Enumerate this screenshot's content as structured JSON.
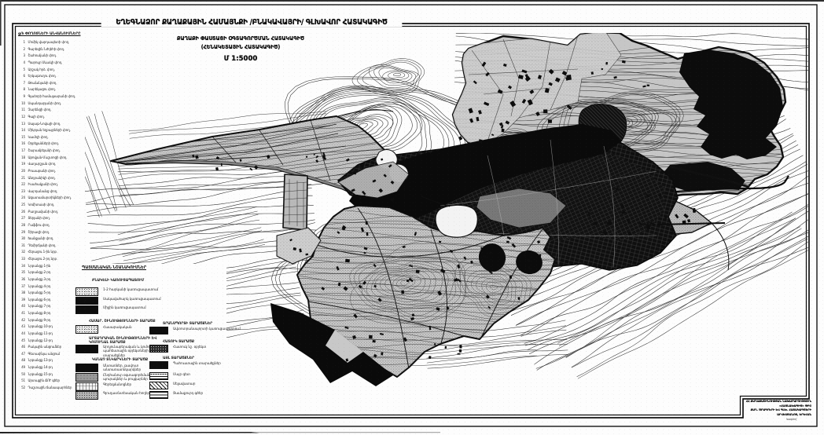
{
  "title": "ԵՂԵԳՆԱՁՈՐ ՔԱՂԱՔԱՅԻՆ ՀԱՄԱՅՆՔԻ /ԲՆԱԿԱՎԱՅՐԻ/ ԳԼԽԱՎՈՐ ՀԱՏԱԿԱԳԻԾ",
  "subtitle_line1": "ՔԱՂԱՔԻ ՓԱՍՏԱՑԻ ՕԳՏԱԳՈՐԾՄԱՆ ՀԱՏԱԿԱԳԻԾ",
  "subtitle_line2": "(ՀԵՆԱԿԵՏԱՅԻՆ ՀԱՏԱԿԱԳԻԾ)",
  "scale_label": "Մ 1:5000",
  "streets": {
    "header": "ց/հ ՓՈՂՈՑՆԵՐԻ ԱՆՎԱՆՈՒՄՆԵՐԸ",
    "items": [
      "Մոմիկ վարդապետի փող.",
      "Գարեգին Նժդեհի փող.",
      "Շահումյանի փող.",
      "Պարույր Սևակի փող.",
      "Արշակ հրձ. փող.",
      "Երկաթուղու փող.",
      "Թումանյանի փող.",
      "Նարեկացու փող.",
      "Գլաձորի համալսարանի փող.",
      "Սպանդարյանի փող.",
      "Չարենցի փող.",
      "Գայի փող.",
      "Սայաթ-Նովայի փող.",
      "Միկոյան եղբայրների փող.",
      "Կամոյի փող.",
      "Օրբելյանների փող.",
      "Շարամբեյանի փող.",
      "Աբովյան-Մաշտոցի փող.",
      "Վաղարշյան փող.",
      "Բուսաբանի փող.",
      "Անդրանիկի փող.",
      "Իսահակյանի փող.",
      "Վարդանանց փող.",
      "Ազատամարտիկների փող.",
      "Կոմիտասի փող.",
      "Բաղրամյանի փող.",
      "Տերյանի փող.",
      "Րաֆֆու փող.",
      "Շիրազի փող.",
      "Խանջյանի փող.",
      "Դեմիրճյանի փող.",
      "Հերացու 1-ին նրբ.",
      "Հերացու 2-րդ նրբ.",
      "Նրբանցք 1-ին",
      "Նրբանցք 2-րդ",
      "Նրբանցք 3-րդ",
      "Նրբանցք 4-րդ",
      "Նրբանցք 5-րդ",
      "Նրբանցք 6-րդ",
      "Նրբանցք 7-րդ",
      "Նրբանցք 8-րդ",
      "Նրբանցք 9-րդ",
      "Նրբանցք 10-րդ",
      "Նրբանցք 11-րդ",
      "Նրբանցք 12-րդ",
      "Բակային անցումներ",
      "Գետափնյա անցում",
      "Նրբանցք 13-րդ",
      "Նրբանցք 14-րդ",
      "Նրբանցք 15-րդ",
      "Արտաքին ՃՈՒ գծեր",
      "Դաշտային ճանապարհներ"
    ]
  },
  "legend": {
    "header": "ՊԱՅՄԱՆԱԿԱՆ ՆՇԱՆԱԿՈՒՄՆԵՐ",
    "groups_left": [
      {
        "title": "ԲՆԱԿԵԼԻ ԿԱՌՈՒՑԱՊԱՏՈՒՄ",
        "items": [
          {
            "swatch": "speckle-light",
            "label": "1-2 հարկանի կառուցապատում"
          },
          {
            "swatch": "solid-black",
            "label": "Սակավահարկ կառուցապատում"
          },
          {
            "swatch": "solid-black",
            "label": "Միջին կառուցապատում"
          }
        ]
      },
      {
        "title": "ՀԱՍԱՐ. ՇԻՆՈՒԹՅՈՒՆՆԵՐԻ ՏԱՐԱԾՔ",
        "items": [
          {
            "swatch": "speckle-light",
            "label": "Հասարակական"
          }
        ]
      },
      {
        "title": "ԱՐՏԱԴՐԱԿԱՆ ՇԻՆՈՒԹՅՈՒՆՆԵՐԻ ԵՎ|ԿՈՄՈՒՆԱԼ ՏԱՐԱԾՔ",
        "items": [
          {
            "swatch": "solid-black",
            "label": "Արդյունաբերական և կոմունալ|պահեստային օբյեկտների|տարածքներ"
          }
        ]
      },
      {
        "title": "ԿԱՆԱՉ ՏՆԿԱՐԿՆԵՐԻ ՏԱՐԱԾՔ",
        "items": [
          {
            "swatch": "solid-black",
            "label": "Անտառներ, թավուտ|անտառատնկարկներ"
          },
          {
            "swatch": "gray",
            "label": "Ընդհանուր օգտագործման այգիներ,|պուրակներ և բուլվարներ"
          },
          {
            "swatch": "light-hatch",
            "label": "Գերեզմանոցներ"
          },
          {
            "swatch": "speckle-gray",
            "label": "Գյուղատնտեսական հողեր"
          }
        ]
      }
    ],
    "groups_right": [
      {
        "title": "ՏՐԱՆՍՊՈՐՏԻ ՏԱՐԱԾՔՆԵՐ",
        "items": [
          {
            "swatch": "solid-black",
            "label": "Ավտոտրանսպորտի կառուցապատում"
          }
        ]
      },
      {
        "title": "ՀԱՏՈՒԿ ՏԱՐԱԾՔ",
        "items": [
          {
            "swatch": "dark-speckle",
            "label": "Հատուկ նշ. օբյեկտ"
          }
        ]
      },
      {
        "title": "ԱՅԼ ՏԱՐԱԾՔՆԵՐ",
        "items": [
          {
            "swatch": "solid-black",
            "label": "Պահուստային տարածքներ"
          }
        ]
      },
      {
        "title": "",
        "items": [
          {
            "swatch": "lines-dots",
            "label": "Մայր գետ"
          },
          {
            "swatch": "diag-hatch",
            "label": "Սելավատար"
          },
          {
            "swatch": "stripes",
            "label": "Ցամաքուրդ գծեր"
          }
        ]
      }
    ]
  },
  "stamp": {
    "lines": [
      "ՀՀ ՔԱՂԱՔԱՇԻՆՈՒԹՅԱՆ ՆԱԽԱՐԱՐՈՒԹՅՈՒՆ",
      "«ՀԱՅՆԱԽԱԳԻԾ» ՓԲԸ",
      "ՔԱՂ. ԾՐԱԳՐԵՐԻ ԵՎ ԳԼԽ. ՀԱՏԱԿԱԳԾԵՐԻ",
      "ԱՐՎԵՍՏԱՆՈՑ, ԵՐԵՎԱՆ"
    ],
    "signature": "Կազմող՝"
  },
  "colors": {
    "ink": "#0d0d0d",
    "paper": "#fdfdfd",
    "gray_area": "#b9b9b9",
    "light_area": "#d9d9d9",
    "contour": "#4a4a4a"
  }
}
